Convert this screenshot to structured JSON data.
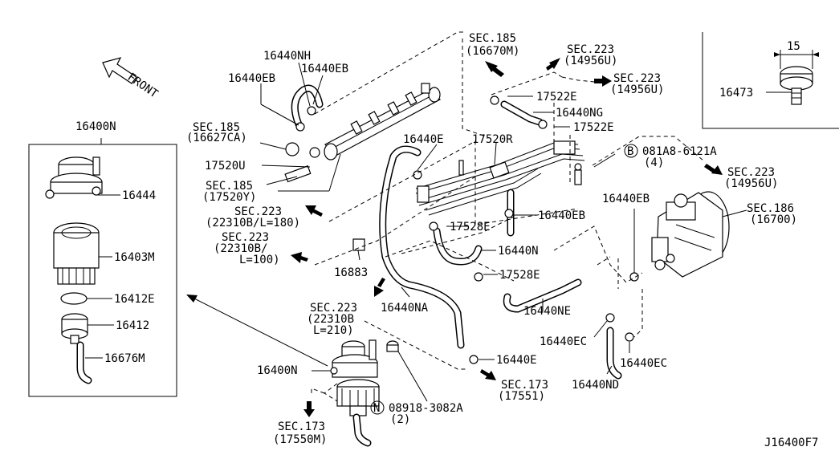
{
  "diagram": {
    "front_label": "FRONT",
    "figure_id": "J16400F7",
    "dimension": "15",
    "labels": {
      "l_16440NH": "16440NH",
      "l_16440EB_a": "16440EB",
      "l_16440EB_b": "16440EB",
      "l_sec185_a1": "SEC.185",
      "l_sec185_a2": "(16627CA)",
      "l_17520U": "17520U",
      "l_sec185_b1": "SEC.185",
      "l_sec185_b2": "(17520Y)",
      "l_sec185_c1": "SEC.185",
      "l_sec185_c2": "(16670M)",
      "l_sec223_a1": "SEC.223",
      "l_sec223_a2": "(14956U)",
      "l_sec223_b1": "SEC.223",
      "l_sec223_b2": "(14956U)",
      "l_17522E_a": "17522E",
      "l_16440NG": "16440NG",
      "l_17522E_b": "17522E",
      "l_16440E_a": "16440E",
      "l_17520R": "17520R",
      "l_081A8_1": "081A8-6121A",
      "l_081A8_2": "(4)",
      "l_081A8_b": "B",
      "l_sec223_c1": "SEC.223",
      "l_sec223_c2": "(14956U)",
      "l_16473": "16473",
      "l_16400N_a": "16400N",
      "l_16444": "16444",
      "l_16403M": "16403M",
      "l_16412E": "16412E",
      "l_16412": "16412",
      "l_16676M": "16676M",
      "l_sec223_d1": "SEC.223",
      "l_sec223_d2": "(22310B/L=180)",
      "l_sec223_e1": "SEC.223",
      "l_sec223_e2": "(22310B/",
      "l_sec223_e3": "L=100)",
      "l_17528E_a": "17528E",
      "l_16440EB_c": "16440EB",
      "l_16440N": "16440N",
      "l_16883": "16883",
      "l_17528E_b": "17528E",
      "l_16440NA": "16440NA",
      "l_16440EB_d": "16440EB",
      "l_sec186_1": "SEC.186",
      "l_sec186_2": "(16700)",
      "l_16440NE": "16440NE",
      "l_16440EC_a": "16440EC",
      "l_16440EC_b": "16440EC",
      "l_16440ND": "16440ND",
      "l_sec223_f1": "SEC.223",
      "l_sec223_f2": "(22310B",
      "l_sec223_f3": "L=210)",
      "l_16400N_b": "16400N",
      "l_16440E_b": "16440E",
      "l_sec173_a1": "SEC.173",
      "l_sec173_a2": "(17551)",
      "l_08918_1": "08918-3082A",
      "l_08918_2": "(2)",
      "l_08918_n": "N",
      "l_sec173_b1": "SEC.173",
      "l_sec173_b2": "(17550M)"
    }
  }
}
